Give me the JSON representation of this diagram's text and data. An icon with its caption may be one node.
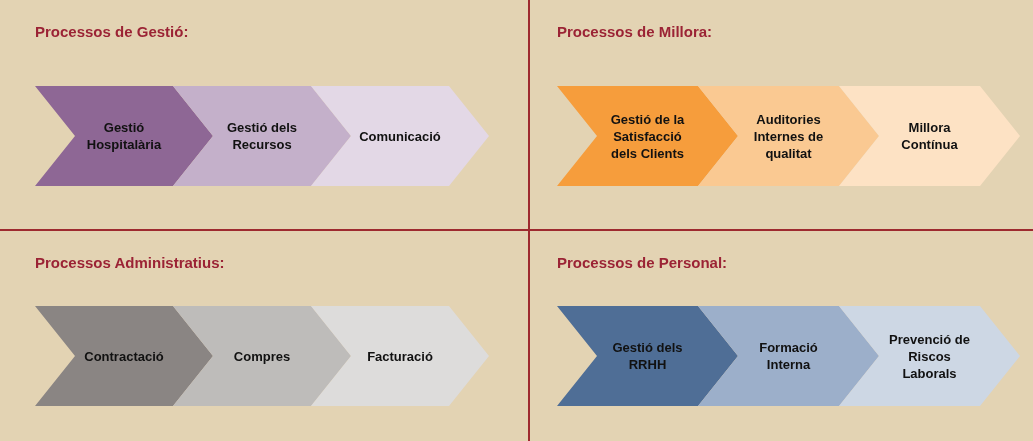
{
  "diagram": {
    "nodes": [
      {
        "text": [
          "Processos de Gestió:"
        ]
      },
      {
        "text": [
          "Gestió Hospitalària"
        ],
        "in": 0
      },
      {
        "text": [
          "Gestió dels Recursos"
        ],
        "in": 0
      },
      {
        "text": [
          "Comunicació"
        ],
        "in": 0
      },
      {
        "text": [
          "Processos de Millora:"
        ]
      },
      {
        "text": [
          "Gestió de la Satisfacció dels Clients"
        ],
        "in": 4
      },
      {
        "text": [
          "Auditories Internes de qualitat"
        ],
        "in": 4
      },
      {
        "text": [
          "Millora Contínua"
        ],
        "in": 4
      },
      {
        "text": [
          "Processos Administratius:"
        ]
      },
      {
        "text": [
          "Contractació"
        ],
        "in": 8
      },
      {
        "text": [
          "Compres"
        ],
        "in": 8
      },
      {
        "text": [
          "Facturació"
        ],
        "in": 8
      },
      {
        "text": [
          "Processos de Personal:"
        ]
      },
      {
        "text": [
          "Gestió dels RRHH"
        ],
        "in": 12
      },
      {
        "text": [
          "Formació Interna"
        ],
        "in": 12
      },
      {
        "text": [
          "Prevenció de Riscos Laborals"
        ],
        "in": 12
      }
    ]
  }
}
